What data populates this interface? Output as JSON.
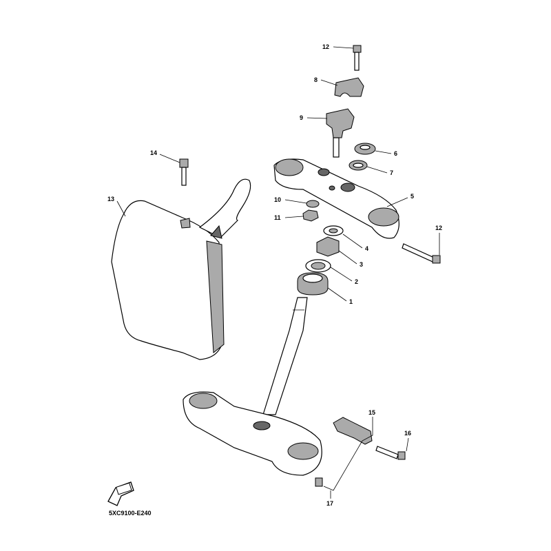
{
  "diagram": {
    "code": "5XC9100-E240",
    "fwd_icon": "fwd-arrow-icon",
    "callouts": [
      "12",
      "8",
      "9",
      "6",
      "7",
      "14",
      "13",
      "5",
      "10",
      "11",
      "12",
      "4",
      "3",
      "2",
      "1",
      "15",
      "16",
      "17"
    ]
  }
}
